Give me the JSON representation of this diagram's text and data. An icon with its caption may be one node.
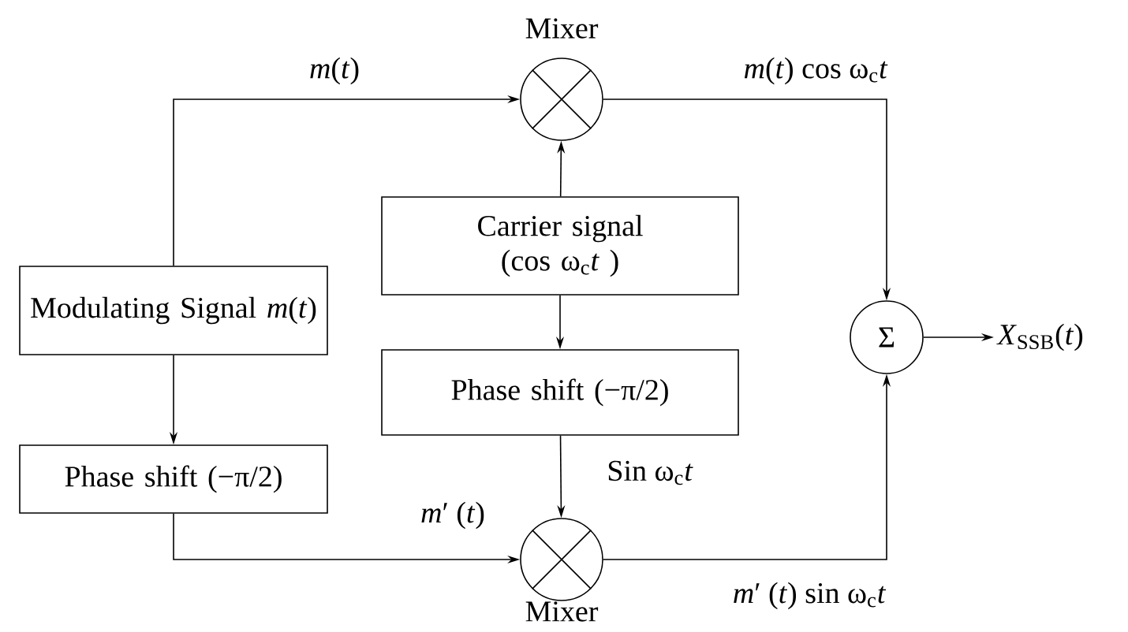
{
  "diagram": {
    "nodes": [
      {
        "text": [
          "Modulating Signal *m*(*t*)"
        ]
      },
      {
        "text": [
          "Phase shift (−π/2)"
        ]
      },
      {
        "text": [
          "Carrier signal (cos ω$_{c}$*t* )"
        ]
      },
      {
        "text": [
          "Phase shift (−π/2)"
        ]
      },
      {
        "text": [],
        "shape": "circle",
        "beside": [
          "Mixer"
        ]
      },
      {
        "text": [],
        "shape": "circle",
        "beside": [
          "Mixer"
        ]
      },
      {
        "text": [
          "Σ"
        ]
      },
      {
        "text": [
          "*X*$_{SSB}$(*t*)"
        ]
      }
    ],
    "edges": [
      {
        "from": 0,
        "to": 4,
        "arrow": "to",
        "label": "*m*(*t*)"
      },
      {
        "from": 2,
        "to": 4,
        "arrow": "to"
      },
      {
        "from": 2,
        "to": 3,
        "arrow": "to"
      },
      {
        "from": 0,
        "to": 1,
        "arrow": "to"
      },
      {
        "from": 1,
        "to": 5,
        "arrow": "to",
        "label": "*m*′ (*t*)"
      },
      {
        "from": 3,
        "to": 5,
        "arrow": "to",
        "label": "Sin ω$_{c}$*t*"
      },
      {
        "from": 4,
        "to": 6,
        "arrow": "to",
        "label": "*m*(*t*) cos ω$_{c}$*t*"
      },
      {
        "from": 5,
        "to": 6,
        "arrow": "to",
        "label": "*m*′ (*t*) sin ω$_{c}$*t*"
      },
      {
        "from": 6,
        "to": 7,
        "arrow": "to"
      }
    ]
  }
}
